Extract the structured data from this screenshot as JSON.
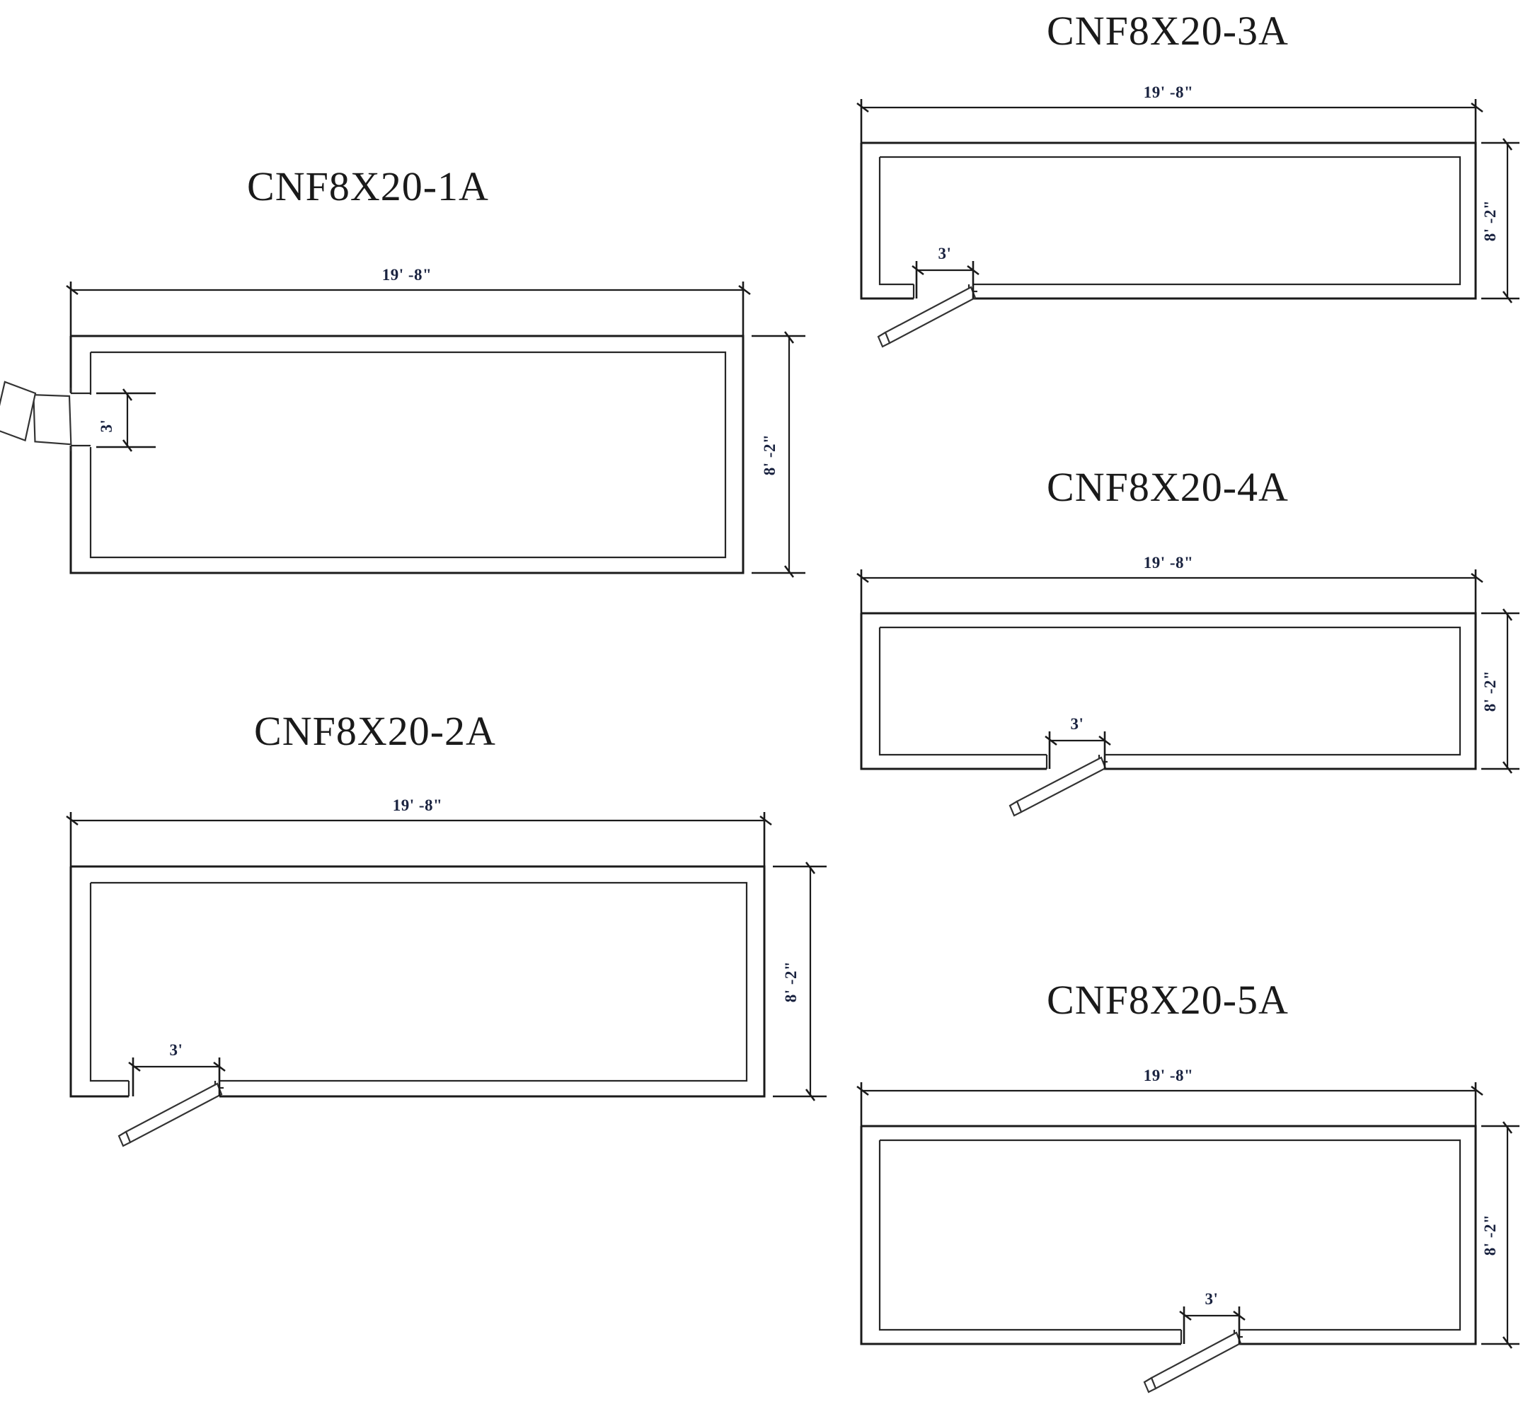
{
  "sheet": {
    "background_color": "#ffffff",
    "line_color": "#1a1a1a",
    "text_color": "#1a2340"
  },
  "plans": [
    {
      "id": "cnf8x20-1a",
      "title": "CNF8X20-1A",
      "width_label": "19' -8\"",
      "height_label": "8' -2\"",
      "door_label": "3'",
      "door_wall": "left",
      "door_swing": "outward-left"
    },
    {
      "id": "cnf8x20-2a",
      "title": "CNF8X20-2A",
      "width_label": "19' -8\"",
      "height_label": "8' -2\"",
      "door_label": "3'",
      "door_wall": "bottom",
      "door_swing": "outward-down-left"
    },
    {
      "id": "cnf8x20-3a",
      "title": "CNF8X20-3A",
      "width_label": "19' -8\"",
      "height_label": "8' -2\"",
      "door_label": "3'",
      "door_wall": "bottom",
      "door_swing": "outward-down-left"
    },
    {
      "id": "cnf8x20-4a",
      "title": "CNF8X20-4A",
      "width_label": "19' -8\"",
      "height_label": "8' -2\"",
      "door_label": "3'",
      "door_wall": "bottom",
      "door_swing": "outward-down-left"
    },
    {
      "id": "cnf8x20-5a",
      "title": "CNF8X20-5A",
      "width_label": "19' -8\"",
      "height_label": "8' -2\"",
      "door_label": "3'",
      "door_wall": "bottom",
      "door_swing": "outward-down-left"
    }
  ]
}
